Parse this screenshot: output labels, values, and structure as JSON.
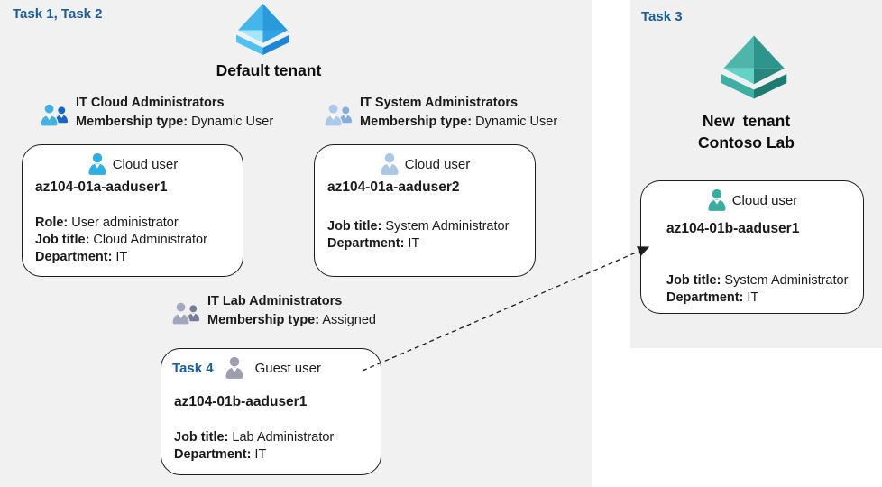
{
  "left_area": {
    "task_label": "Task 1, Task 2",
    "tenant_name": "Default tenant"
  },
  "right_panel": {
    "task_label": "Task 3",
    "tenant_name_line1": "New tenant",
    "tenant_name_line2": "Contoso Lab"
  },
  "groups": [
    {
      "title": "IT Cloud Administrators",
      "membership_label": "Membership type:",
      "membership_value": "Dynamic User",
      "icon_front_color": "#41b2e2",
      "icon_back_color": "#1566c2"
    },
    {
      "title": "IT System Administrators",
      "membership_label": "Membership type:",
      "membership_value": "Dynamic User",
      "icon_front_color": "#abc8e8",
      "icon_back_color": "#84aedc"
    },
    {
      "title": "IT Lab Administrators",
      "membership_label": "Membership type:",
      "membership_value": "Assigned",
      "icon_front_color": "#a3a7bd",
      "icon_back_color": "#777c9b"
    }
  ],
  "cards": [
    {
      "user_type": "Cloud user",
      "name": "az104-01a-aaduser1",
      "user_icon_color": "#2eafdf",
      "fields": [
        {
          "label": "Role:",
          "value": "User administrator"
        },
        {
          "label": "Job title:",
          "value": "Cloud Administrator"
        },
        {
          "label": "Department:",
          "value": "IT"
        }
      ]
    },
    {
      "user_type": "Cloud user",
      "name": "az104-01a-aaduser2",
      "user_icon_color": "#a9c8e8",
      "fields": [
        {
          "label": "Job title:",
          "value": "System Administrator"
        },
        {
          "label": "Department:",
          "value": "IT"
        }
      ]
    },
    {
      "task_label": "Task 4",
      "user_type": "Guest user",
      "name": "az104-01b-aaduser1",
      "user_icon_color": "#9b9fae",
      "fields": [
        {
          "label": "Job title:",
          "value": "Lab Administrator"
        },
        {
          "label": "Department:",
          "value": "IT"
        }
      ]
    },
    {
      "user_type": "Cloud user",
      "name": "az104-01b-aaduser1",
      "user_icon_color": "#3aaca1",
      "fields": [
        {
          "label": "Job title:",
          "value": "System Administrator"
        },
        {
          "label": "Department:",
          "value": "IT"
        }
      ]
    }
  ],
  "tenant_icons": {
    "default": {
      "face_tl": "#45b6eb",
      "face_tr": "#2b9adc",
      "face_bl": "#a6e6fa",
      "face_br": "#2fa3e5",
      "band_l": "#4fc2f2",
      "band_r": "#1e86d9"
    },
    "contoso": {
      "face_tl": "#4fb5ab",
      "face_tr": "#2e958c",
      "face_bl": "#63d3c8",
      "face_br": "#27857c",
      "band_l": "#3fafa4",
      "band_r": "#1f7a72"
    }
  },
  "colors": {
    "task_label_blue": "#1b5c9b",
    "region_background": "#f1f1f1",
    "card_border": "#1c1c1c",
    "arrow": "#1a1a1a"
  }
}
